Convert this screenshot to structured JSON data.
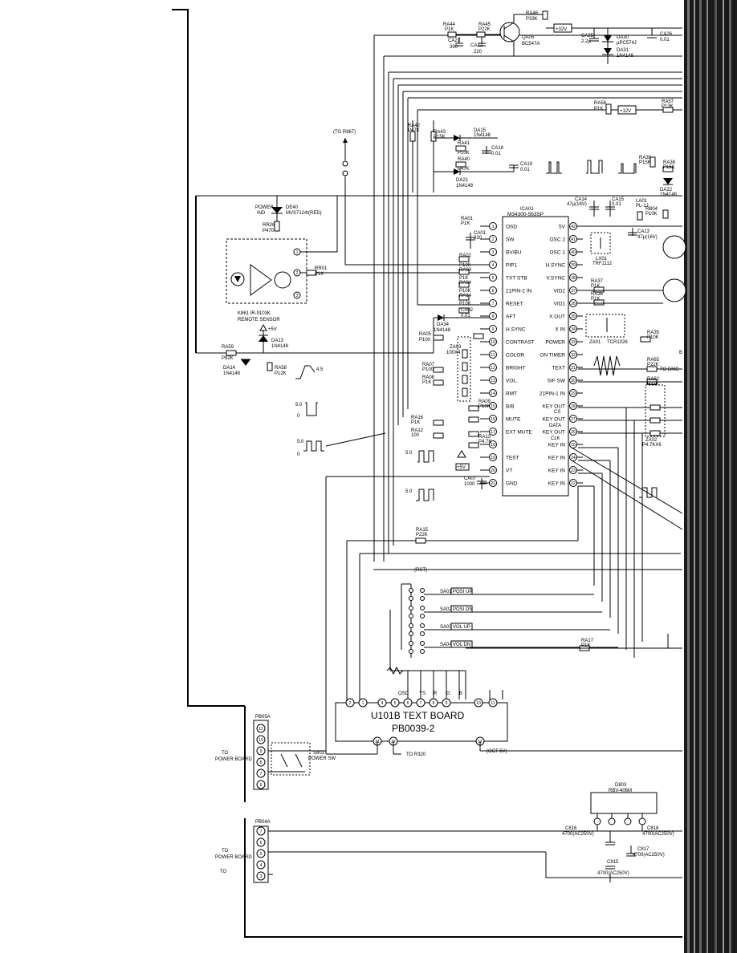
{
  "ic": {
    "ref": "ICA01",
    "part": "M34300-563SP",
    "left_pins": [
      {
        "n": "1",
        "label": "OSD"
      },
      {
        "n": "2",
        "label": "SW"
      },
      {
        "n": "3",
        "label": "BV/BU"
      },
      {
        "n": "4",
        "label": "PIP1"
      },
      {
        "n": "5",
        "label": "TXT STB"
      },
      {
        "n": "6",
        "label": "21PIN-2 IN"
      },
      {
        "n": "7",
        "label": "RESET"
      },
      {
        "n": "8",
        "label": "AFT"
      },
      {
        "n": "9",
        "label": "H.SYNC"
      },
      {
        "n": "10",
        "label": "CONTRAST"
      },
      {
        "n": "11",
        "label": "COLOR"
      },
      {
        "n": "12",
        "label": "BRIGHT"
      },
      {
        "n": "13",
        "label": "VOL."
      },
      {
        "n": "14",
        "label": "RMT"
      },
      {
        "n": "15",
        "label": "B/B"
      },
      {
        "n": "16",
        "label": "MUTE"
      },
      {
        "n": "17",
        "label": "EXT MUTE"
      },
      {
        "n": "18",
        "label": ""
      },
      {
        "n": "19",
        "label": "TEST"
      },
      {
        "n": "20",
        "label": "VT"
      },
      {
        "n": "21",
        "label": "GND"
      }
    ],
    "right_pins": [
      {
        "n": "42",
        "label": "5V"
      },
      {
        "n": "41",
        "label": "OSC 2"
      },
      {
        "n": "40",
        "label": "OSC 1"
      },
      {
        "n": "39",
        "label": "H.SYNC"
      },
      {
        "n": "38",
        "label": "V.SYNC"
      },
      {
        "n": "37",
        "label": "VID2"
      },
      {
        "n": "36",
        "label": "VID1"
      },
      {
        "n": "35",
        "label": "X OUT"
      },
      {
        "n": "34",
        "label": "X IN"
      },
      {
        "n": "33",
        "label": "POWER"
      },
      {
        "n": "32",
        "label": "ON TIMER"
      },
      {
        "n": "31",
        "label": "TEXT"
      },
      {
        "n": "30",
        "label": "SIF SW"
      },
      {
        "n": "29",
        "label": "21PIN-1 IN"
      },
      {
        "n": "28",
        "label": "KEY OUT"
      },
      {
        "n": "27",
        "label": "KEY OUT"
      },
      {
        "n": "26",
        "label": "KEY OUT"
      },
      {
        "n": "25",
        "label": "KEY IN"
      },
      {
        "n": "24",
        "label": "KEY IN"
      },
      {
        "n": "23",
        "label": "KEY IN"
      },
      {
        "n": "22",
        "label": "KEY IN"
      }
    ],
    "key_out_sub": [
      "CS",
      "DATA",
      "CLK"
    ]
  },
  "text_board": {
    "line1": "U101B TEXT BOARD",
    "line2": "PB0039-2",
    "top_pins": [
      "2",
      "1",
      "4",
      "5",
      "6",
      "7",
      "8",
      "9",
      "10",
      "11"
    ],
    "top_labels": [
      "OSD",
      "YS",
      "R",
      "G",
      "B"
    ],
    "bottom_pins": [
      "21",
      "22",
      "12"
    ]
  },
  "connectors": {
    "top": {
      "ref": "PB05A",
      "pins": [
        "11",
        "10",
        "9",
        "8",
        "7",
        "6"
      ],
      "to": "TO",
      "to2": "POWER BOARD"
    },
    "bottom": {
      "ref": "PB04A",
      "pins": [
        "7",
        "6",
        "5",
        "4",
        "3"
      ],
      "to": "TO",
      "to2": "POWER BOARD"
    }
  },
  "remote": {
    "ref": "K861 IR-9103K",
    "label": "REMOTE SENSOR"
  },
  "power_led": {
    "ref": "DE40",
    "part": "MVS7124I(RED)",
    "label1": "POWER",
    "label2": "IND",
    "resistor": "RR26",
    "resistor_val": "P470"
  },
  "labels": {
    "to_r867": "(TO R867)",
    "rst": "(RST)",
    "to_r320": "TO R320",
    "oct5v": "(OCT 5V)",
    "power_sw1": "S801",
    "power_sw2": "POWER SW",
    "v12": "+12V",
    "v32": "+32V",
    "v5": "+5V",
    "to_dmc": "TO DMC",
    "wave_45": "4.5",
    "wave_5a": "5.0",
    "wave_5b": "5.0",
    "wave_5c": "5.0",
    "wave_5d": "5.0",
    "wave_0a": "0",
    "wave_0b": "0"
  },
  "switches": [
    {
      "ref": "SA01",
      "label": "POSI UP"
    },
    {
      "ref": "SA02",
      "label": "POSI DN"
    },
    {
      "ref": "SA03",
      "label": "VOL UP"
    },
    {
      "ref": "SA04",
      "label": "VOL DN"
    }
  ],
  "transistor": {
    "ref": "QA05",
    "part": "BC547A"
  },
  "resistors": [
    {
      "ref": "RA44",
      "val": "P1K"
    },
    {
      "ref": "RA45",
      "val": "P22K"
    },
    {
      "ref": "RA46",
      "val": "P33K"
    },
    {
      "ref": "RA42",
      "val": "P47K"
    },
    {
      "ref": "RA43",
      "val": "P15K"
    },
    {
      "ref": "RA41",
      "val": "P10K"
    },
    {
      "ref": "RA40",
      "val": "P47K"
    },
    {
      "ref": "RA01",
      "val": "P1K"
    },
    {
      "ref": "RA02",
      "val": "P10K"
    },
    {
      "ref": "RA03",
      "val": "P1K"
    },
    {
      "ref": "RA04",
      "val": "P10K"
    },
    {
      "ref": "RA14",
      "val": "P10K"
    },
    {
      "ref": "RA05",
      "val": "P100"
    },
    {
      "ref": "RA07",
      "val": "P100"
    },
    {
      "ref": "RA08",
      "val": "P1K"
    },
    {
      "ref": "RA09",
      "val": "P10K"
    },
    {
      "ref": "RA13",
      "val": "P4.7K"
    },
    {
      "ref": "RA16",
      "val": "P1K"
    },
    {
      "ref": "RA12",
      "val": "100"
    },
    {
      "ref": "RA15",
      "val": "P22K"
    },
    {
      "ref": "RA17",
      "val": "P1K"
    },
    {
      "ref": "RA39",
      "val": "P15K"
    },
    {
      "ref": "RA38",
      "val": "P15K"
    },
    {
      "ref": "RA37",
      "val": "P1K"
    },
    {
      "ref": "RA36",
      "val": "P1K"
    },
    {
      "ref": "RA35",
      "val": "P10K"
    },
    {
      "ref": "RA56",
      "val": "P1K"
    },
    {
      "ref": "RA57",
      "val": "P13K"
    },
    {
      "ref": "RA59",
      "val": "P82K"
    },
    {
      "ref": "RA58",
      "val": "P12K"
    },
    {
      "ref": "RA65",
      "val": "P22K"
    },
    {
      "ref": "RA62",
      "val": "P22K"
    },
    {
      "ref": "RR01",
      "val": "P1K"
    }
  ],
  "caps": [
    {
      "ref": "CA21",
      "val": "390"
    },
    {
      "ref": "CA22",
      "val": "220"
    },
    {
      "ref": "CA25",
      "val": "2.2µ"
    },
    {
      "ref": "CA26",
      "val": "0.01"
    },
    {
      "ref": "CA18",
      "val": "0.01"
    },
    {
      "ref": "CA19",
      "val": "0.01"
    },
    {
      "ref": "CA15",
      "val": "0.01"
    },
    {
      "ref": "CA14",
      "val": "47µ(16V)"
    },
    {
      "ref": "CA01",
      "val": "330"
    },
    {
      "ref": "CA02",
      "val": "0.01"
    },
    {
      "ref": "CA07",
      "val": "1000"
    },
    {
      "ref": "CA13",
      "val": "47µ(16V)"
    }
  ],
  "diodes": [
    {
      "ref": "DA15",
      "val": "1N4148"
    },
    {
      "ref": "DA21",
      "val": "1N4148"
    },
    {
      "ref": "DA30",
      "val": "µPC574J"
    },
    {
      "ref": "DA31",
      "val": "1N4148"
    },
    {
      "ref": "DA22",
      "val": "1N4148"
    },
    {
      "ref": "DA34",
      "val": "1N4148"
    },
    {
      "ref": "DA13",
      "val": "1N4148"
    },
    {
      "ref": "DA14",
      "val": "1N4148"
    }
  ],
  "misc": {
    "la01": "LA01",
    "la01v": "PL-1J",
    "lx01": "LX01",
    "lx01v": "TRF1112",
    "za01": "ZA01",
    "za01v": "TCR1026",
    "za02": "ZA02",
    "za02v": "P4.7KX6",
    "za03": "ZA03",
    "za03v": "100X4",
    "rb04": "RB04",
    "rb04v": "P10K",
    "d803": "D803",
    "d803v": "RBV-406M",
    "c815": "C815",
    "c815v": "4700(AC250V)",
    "c816": "C816",
    "c816v": "4700(AC250V)",
    "c817": "C817",
    "c817v": "4700(AC250V)",
    "c818": "C818",
    "c818v": "4700(AC250V)",
    "to": "TO",
    "b": "B"
  }
}
